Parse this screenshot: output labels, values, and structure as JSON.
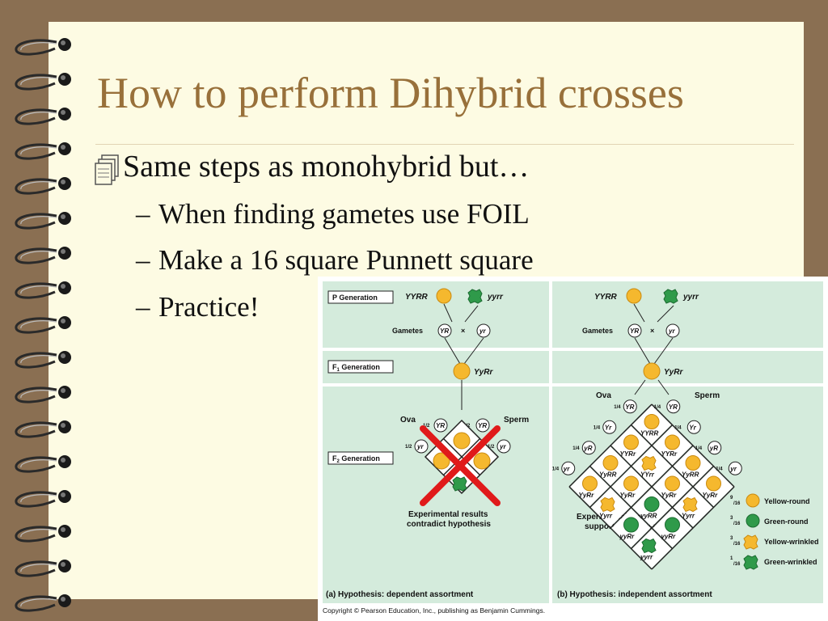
{
  "slide": {
    "title": "How to perform Dihybrid crosses",
    "bullet": "Same steps as monohybrid but…",
    "subbullets": [
      "When finding gametes use FOIL",
      "Make a 16 square Punnett square",
      "Practice!"
    ],
    "dash": "–"
  },
  "figure": {
    "labels": {
      "p_gen": "P Generation",
      "f1_gen": "F",
      "f1_sub": "1",
      "f1_rest": " Generation",
      "f2_gen": "F",
      "f2_sub": "2",
      "f2_rest": " Generation",
      "gametes": "Gametes",
      "times": "×",
      "ova": "Ova",
      "sperm": "Sperm"
    },
    "genotypes": {
      "yyrr_dom": "YYRR",
      "yyrr_rec": "yyrr",
      "gamete_dom": "YR",
      "gamete_rec": "yr",
      "gamete_yr_dom_rec": "Yr",
      "gamete_yR": "yR",
      "f1": "YyRr"
    },
    "fractions": {
      "half": "1/2",
      "quarter": "1/4"
    },
    "left_panel": {
      "result_line1": "Experimental results",
      "result_line2": "contradict hypothesis",
      "caption": "(a) Hypothesis: dependent assortment"
    },
    "right_panel": {
      "result_line1": "Experimental results",
      "result_line2": "support hypothesis",
      "caption": "(b) Hypothesis: independent assortment",
      "grid": [
        [
          "YYRR",
          "YYRr",
          "YyRR",
          "YyRr"
        ],
        [
          "YYRr",
          "YYrr",
          "YyRr",
          "Yyrr"
        ],
        [
          "YyRR",
          "YyRr",
          "yyRR",
          "yyRr"
        ],
        [
          "YyRr",
          "Yyrr",
          "yyRr",
          "yyrr"
        ]
      ]
    },
    "legend": [
      {
        "num": "9",
        "den": "16",
        "label": "Yellow-round"
      },
      {
        "num": "3",
        "den": "16",
        "label": "Green-round"
      },
      {
        "num": "3",
        "den": "16",
        "label": "Yellow-wrinkled"
      },
      {
        "num": "1",
        "den": "16",
        "label": "Green-wrinkled"
      }
    ],
    "copyright": "Copyright © Pearson Education, Inc., publishing as Benjamin Cummings."
  },
  "colors": {
    "background": "#8a6f52",
    "page": "#fdfbe3",
    "title": "#98703a",
    "panel": "#d4ebdc",
    "yellow_pea": "#f5b82e",
    "green_pea": "#2f9a4a",
    "cross": "#e01a1a"
  }
}
